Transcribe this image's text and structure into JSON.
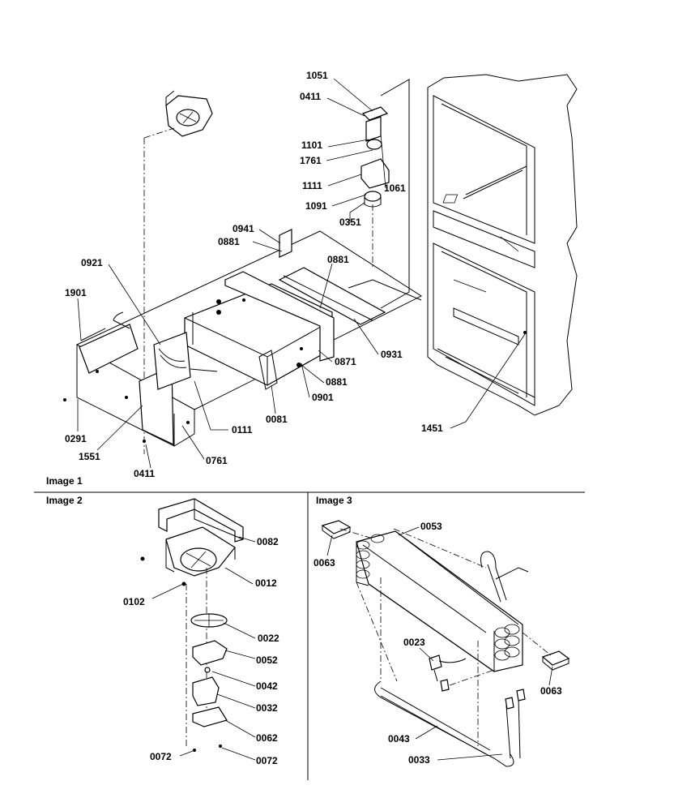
{
  "sections": {
    "image1": "Image 1",
    "image2": "Image 2",
    "image3": "Image 3"
  },
  "image1_labels": {
    "p1051": "1051",
    "p0411_top": "0411",
    "p1101": "1101",
    "p1761": "1761",
    "p1111": "1111",
    "p1061": "1061",
    "p1091": "1091",
    "p0351": "0351",
    "p0941": "0941",
    "p0881_a": "0881",
    "p0881_b": "0881",
    "p0921": "0921",
    "p1901": "1901",
    "p0871": "0871",
    "p0931": "0931",
    "p0881_c": "0881",
    "p0901": "0901",
    "p0081": "0081",
    "p0111": "0111",
    "p0291": "0291",
    "p1551": "1551",
    "p0761": "0761",
    "p0411_bot": "0411",
    "p1451": "1451"
  },
  "image2_labels": {
    "p0082": "0082",
    "p0012": "0012",
    "p0102": "0102",
    "p0022": "0022",
    "p0052": "0052",
    "p0042": "0042",
    "p0032": "0032",
    "p0062": "0062",
    "p0072_a": "0072",
    "p0072_b": "0072"
  },
  "image3_labels": {
    "p0053": "0053",
    "p0063_a": "0063",
    "p0023": "0023",
    "p0063_b": "0063",
    "p0043": "0043",
    "p0033": "0033"
  }
}
